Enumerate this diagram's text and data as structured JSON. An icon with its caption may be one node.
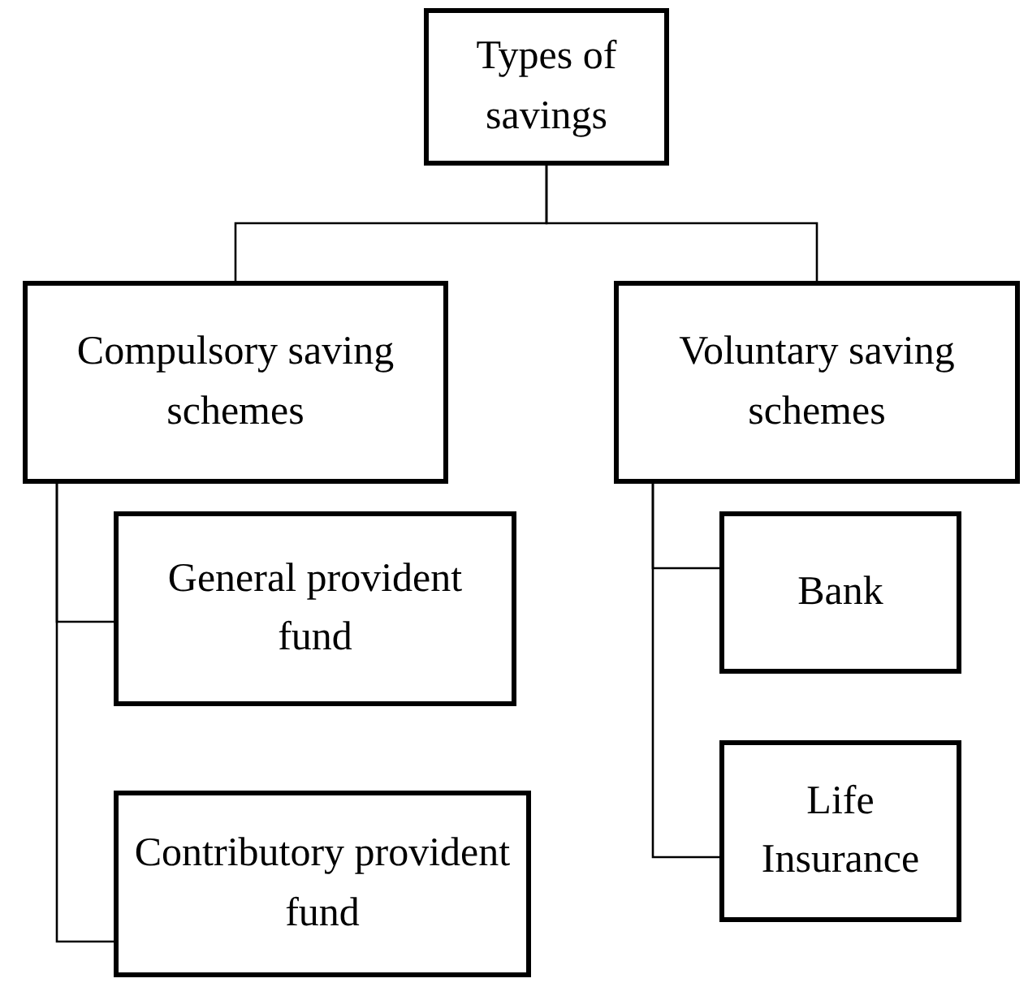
{
  "diagram": {
    "nodes": [
      {
        "text": [
          "Types of savings"
        ]
      },
      {
        "text": [
          "Compulsory saving schemes"
        ]
      },
      {
        "text": [
          "Voluntary saving schemes"
        ]
      },
      {
        "text": [
          "General provident fund"
        ]
      },
      {
        "text": [
          "Contributory provident fund"
        ]
      },
      {
        "text": [
          "Bank"
        ]
      },
      {
        "text": [
          "Life Insurance"
        ]
      }
    ],
    "edges": [
      {
        "from": 0,
        "to": 1,
        "arrow": "none"
      },
      {
        "from": 0,
        "to": 2,
        "arrow": "none"
      },
      {
        "from": 1,
        "to": 3,
        "arrow": "none"
      },
      {
        "from": 1,
        "to": 4,
        "arrow": "none"
      },
      {
        "from": 2,
        "to": 5,
        "arrow": "none"
      },
      {
        "from": 2,
        "to": 6,
        "arrow": "none"
      }
    ]
  }
}
